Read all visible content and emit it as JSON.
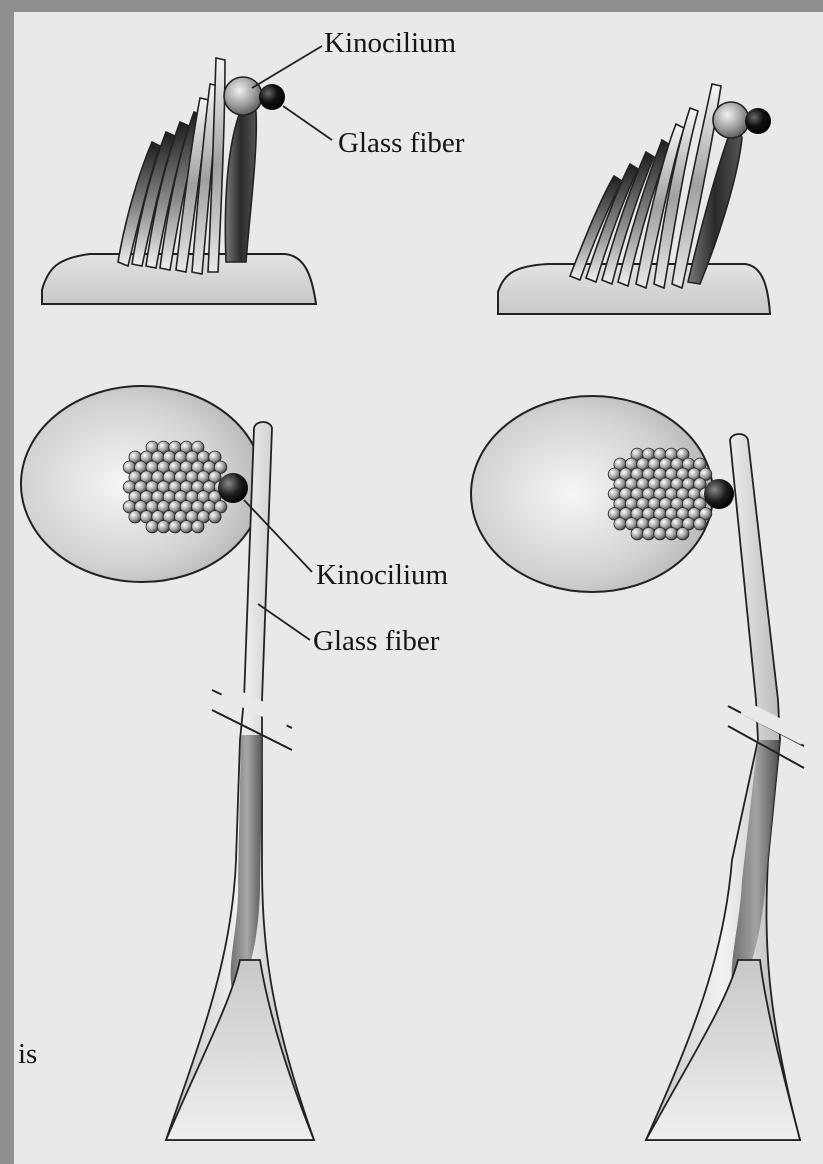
{
  "labels": {
    "top_kinocilium": "Kinocilium",
    "top_glass_fiber": "Glass fiber",
    "bottom_kinocilium": "Kinocilium",
    "bottom_glass_fiber": "Glass fiber"
  },
  "margin_text": "is",
  "colors": {
    "frame": "#8f8f8f",
    "paper": "#e9e9e9",
    "ink": "#151515"
  }
}
